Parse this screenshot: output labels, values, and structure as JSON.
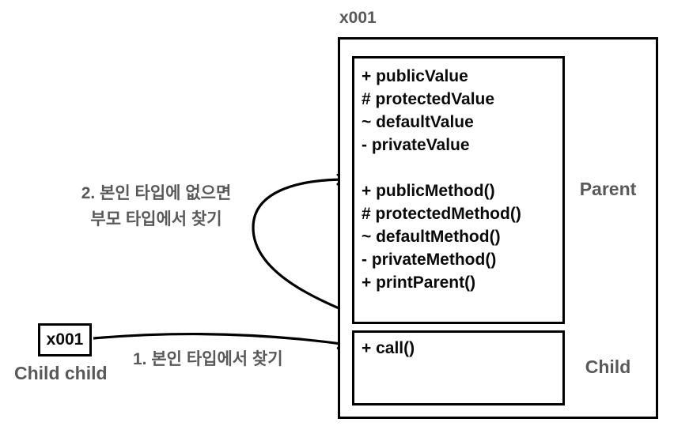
{
  "diagram": {
    "instance_ref": "x001",
    "variable_ref": "x001",
    "variable_name": "Child child",
    "parent_type_label": "Parent",
    "child_type_label": "Child",
    "annotations": {
      "step1": "1. 본인 타입에서 찾기",
      "step2_line1": "2. 본인 타입에 없으면",
      "step2_line2": "부모 타입에서 찾기"
    },
    "parent_members": {
      "fields": [
        "+ publicValue",
        "# protectedValue",
        "~ defaultValue",
        "- privateValue"
      ],
      "methods": [
        "+ publicMethod()",
        "# protectedMethod()",
        "~ defaultMethod()",
        "- privateMethod()",
        "+ printParent()"
      ]
    },
    "child_members": [
      "+ call()"
    ],
    "colors": {
      "line": "#000000",
      "label_gray": "#595959",
      "member_text": "#0a0a0a",
      "background": "#ffffff"
    }
  }
}
